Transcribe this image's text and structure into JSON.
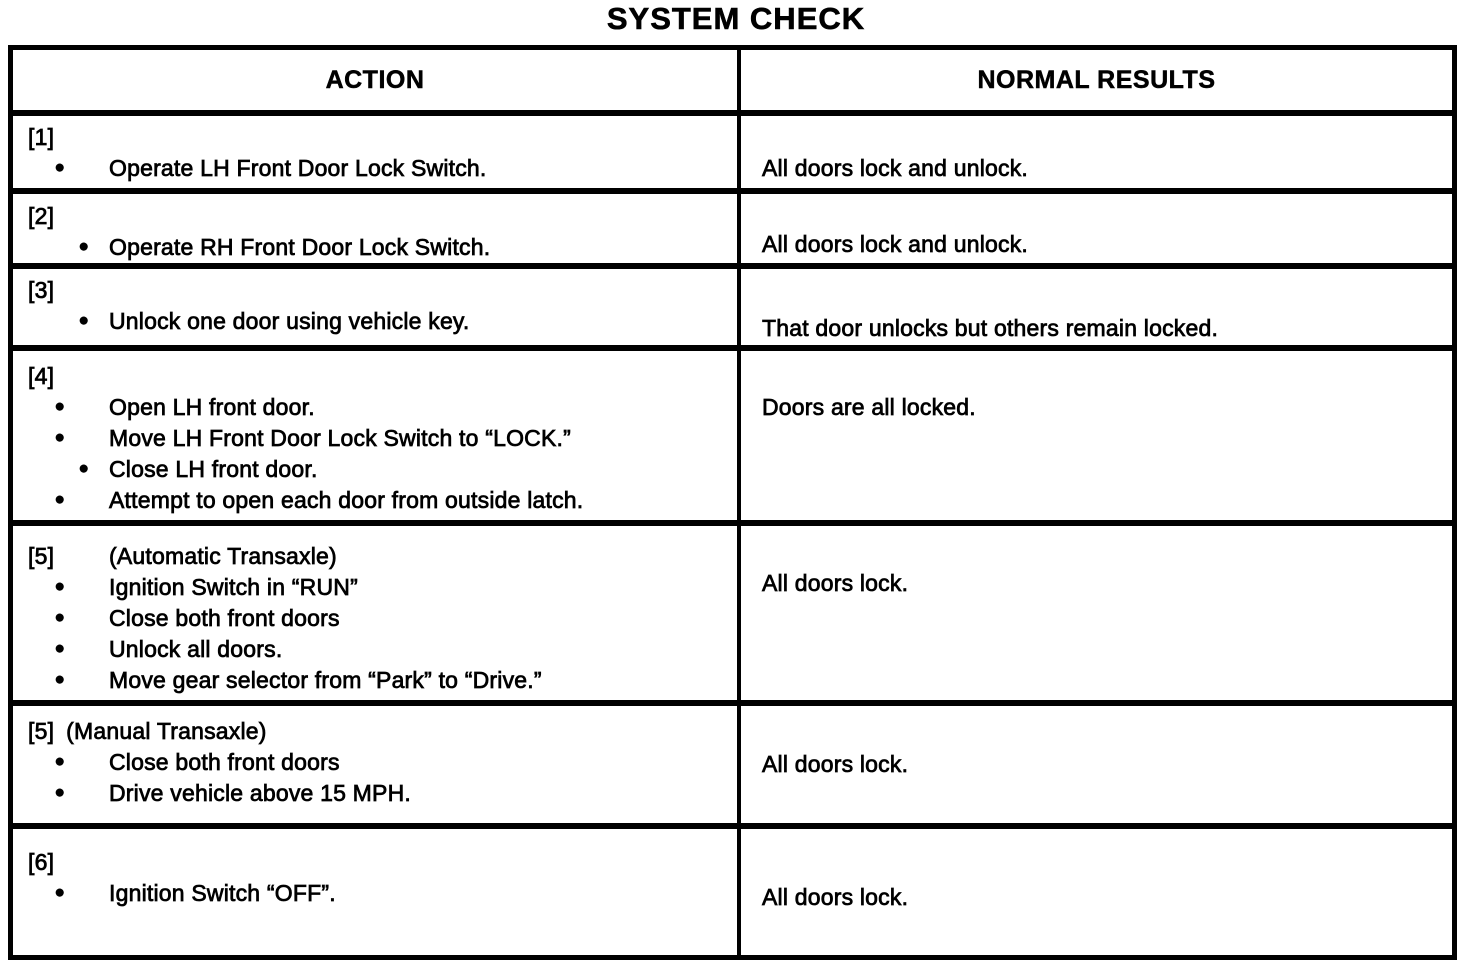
{
  "title": "SYSTEM CHECK",
  "icons": {
    "bullet": "●"
  },
  "table": {
    "headers": {
      "action": "ACTION",
      "results": "NORMAL RESULTS"
    },
    "rows": [
      {
        "ref": "[1]",
        "steps": [
          {
            "text": "Operate LH Front Door Lock Switch."
          }
        ],
        "result": "All doors lock and unlock."
      },
      {
        "ref": "[2]",
        "steps": [
          {
            "text": "Operate RH Front Door Lock Switch."
          }
        ],
        "result": "All doors lock and unlock."
      },
      {
        "ref": "[3]",
        "steps": [
          {
            "text": "Unlock one door using vehicle key."
          }
        ],
        "result": "That door unlocks but others remain locked."
      },
      {
        "ref": "[4]",
        "steps": [
          {
            "text": "Open LH front door."
          },
          {
            "text": "Move LH Front Door Lock Switch to “LOCK.”"
          },
          {
            "text": "Close LH front door."
          },
          {
            "text": "Attempt to open each door from outside latch."
          }
        ],
        "result": "Doors are all locked."
      },
      {
        "ref": "[5]",
        "ref_suffix": "(Automatic Transaxle)",
        "steps": [
          {
            "text": "Ignition Switch in “RUN”"
          },
          {
            "text": "Close both front doors"
          },
          {
            "text": "Unlock all doors."
          },
          {
            "text": "Move gear selector from “Park” to “Drive.”"
          }
        ],
        "result": "All doors lock."
      },
      {
        "ref": "[5]",
        "ref_suffix": "(Manual Transaxle)",
        "steps": [
          {
            "text": "Close both front doors"
          },
          {
            "text": "Drive vehicle above 15 MPH."
          }
        ],
        "result": "All doors lock."
      },
      {
        "ref": "[6]",
        "steps": [
          {
            "text": "Ignition Switch “OFF”."
          }
        ],
        "result": "All doors lock."
      }
    ]
  }
}
